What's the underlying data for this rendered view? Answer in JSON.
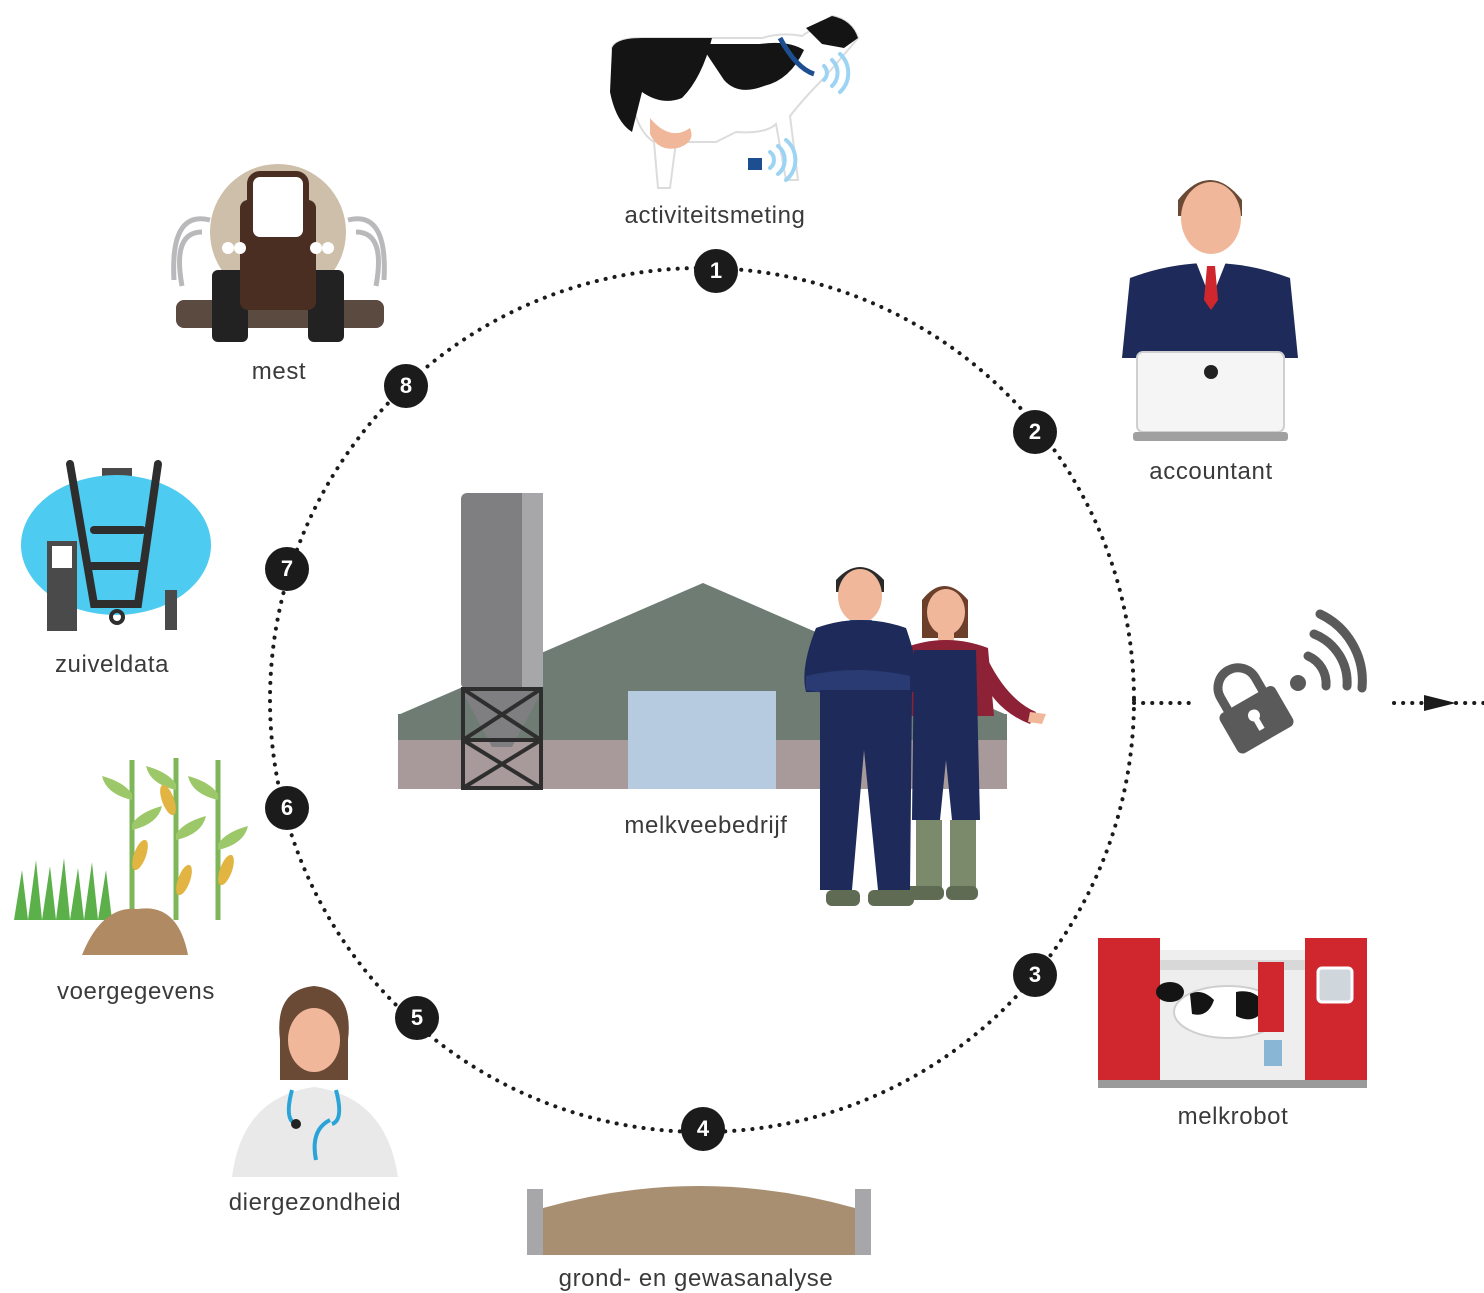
{
  "center": {
    "label": "melkveebedrijf"
  },
  "nodes": [
    {
      "number": "1",
      "label": "activiteitsmeting",
      "icon": "cow-sensor-icon"
    },
    {
      "number": "2",
      "label": "accountant",
      "icon": "accountant-laptop-icon"
    },
    {
      "number": "3",
      "label": "melkrobot",
      "icon": "milking-robot-icon"
    },
    {
      "number": "4",
      "label": "grond- en gewasanalyse",
      "icon": "soil-field-icon"
    },
    {
      "number": "5",
      "label": "diergezondheid",
      "icon": "veterinarian-icon"
    },
    {
      "number": "6",
      "label": "voergegevens",
      "icon": "corn-grass-feed-icon"
    },
    {
      "number": "7",
      "label": "zuiveldata",
      "icon": "milk-tank-icon"
    },
    {
      "number": "8",
      "label": "mest",
      "icon": "manure-tractor-icon"
    }
  ],
  "secure_link": {
    "icon": "padlock-wifi-icon"
  },
  "colors": {
    "badge": "#1b1b1b",
    "barn_roof": "#6e7c74",
    "barn_base": "#a8999a",
    "milk_tank": "#4ecbf0",
    "robot_red": "#d0262e",
    "suit_navy": "#1d2a5a",
    "soil": "#a88f72"
  }
}
